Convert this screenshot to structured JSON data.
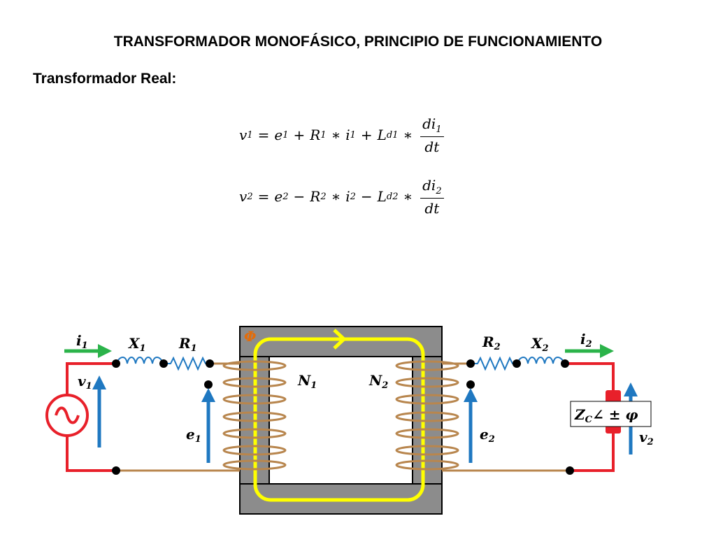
{
  "title": "TRANSFORMADOR MONOFÁSICO, PRINCIPIO DE FUNCIONAMIENTO",
  "subtitle": "Transformador Real:",
  "equations": {
    "eq1": {
      "lhs": "v",
      "lhs_sub": "1",
      "t1": "e",
      "t1_sub": "1",
      "op1": "+",
      "t2": "R",
      "t2_sub": "1",
      "t2b": "i",
      "t2b_sub": "1",
      "op2": "+",
      "t3": "L",
      "t3_sub": "d1",
      "num": "di",
      "num_sub": "1",
      "den": "dt"
    },
    "eq2": {
      "lhs": "v",
      "lhs_sub": "2",
      "t1": "e",
      "t1_sub": "2",
      "op1": "−",
      "t2": "R",
      "t2_sub": "2",
      "t2b": "i",
      "t2b_sub": "2",
      "op2": "−",
      "t3": "L",
      "t3_sub": "d2",
      "num": "di",
      "num_sub": "2",
      "den": "dt"
    }
  },
  "symbols": {
    "equals": "=",
    "times": "∗"
  },
  "circuit": {
    "labels": {
      "i1": "i",
      "i1_sub": "1",
      "i2": "i",
      "i2_sub": "2",
      "x1": "X",
      "x1_sub": "1",
      "r1": "R",
      "r1_sub": "1",
      "r2": "R",
      "r2_sub": "2",
      "x2": "X",
      "x2_sub": "2",
      "v1": "v",
      "v1_sub": "1",
      "v2": "v",
      "v2_sub": "2",
      "e1": "e",
      "e1_sub": "1",
      "e2": "e",
      "e2_sub": "2",
      "n1": "N",
      "n1_sub": "1",
      "n2": "N",
      "n2_sub": "2",
      "phi": "Φ",
      "load": "Z",
      "load_sub": "C",
      "load_angle": "∠ ± φ"
    },
    "colors": {
      "wire_red": "#e8202a",
      "wire_brown": "#b8864e",
      "core_gray": "#8c8c8c",
      "flux_yellow": "#ffff00",
      "arrow_blue": "#1f78c1",
      "arrow_green": "#2bb34a",
      "phi_label": "#e36c09"
    }
  }
}
